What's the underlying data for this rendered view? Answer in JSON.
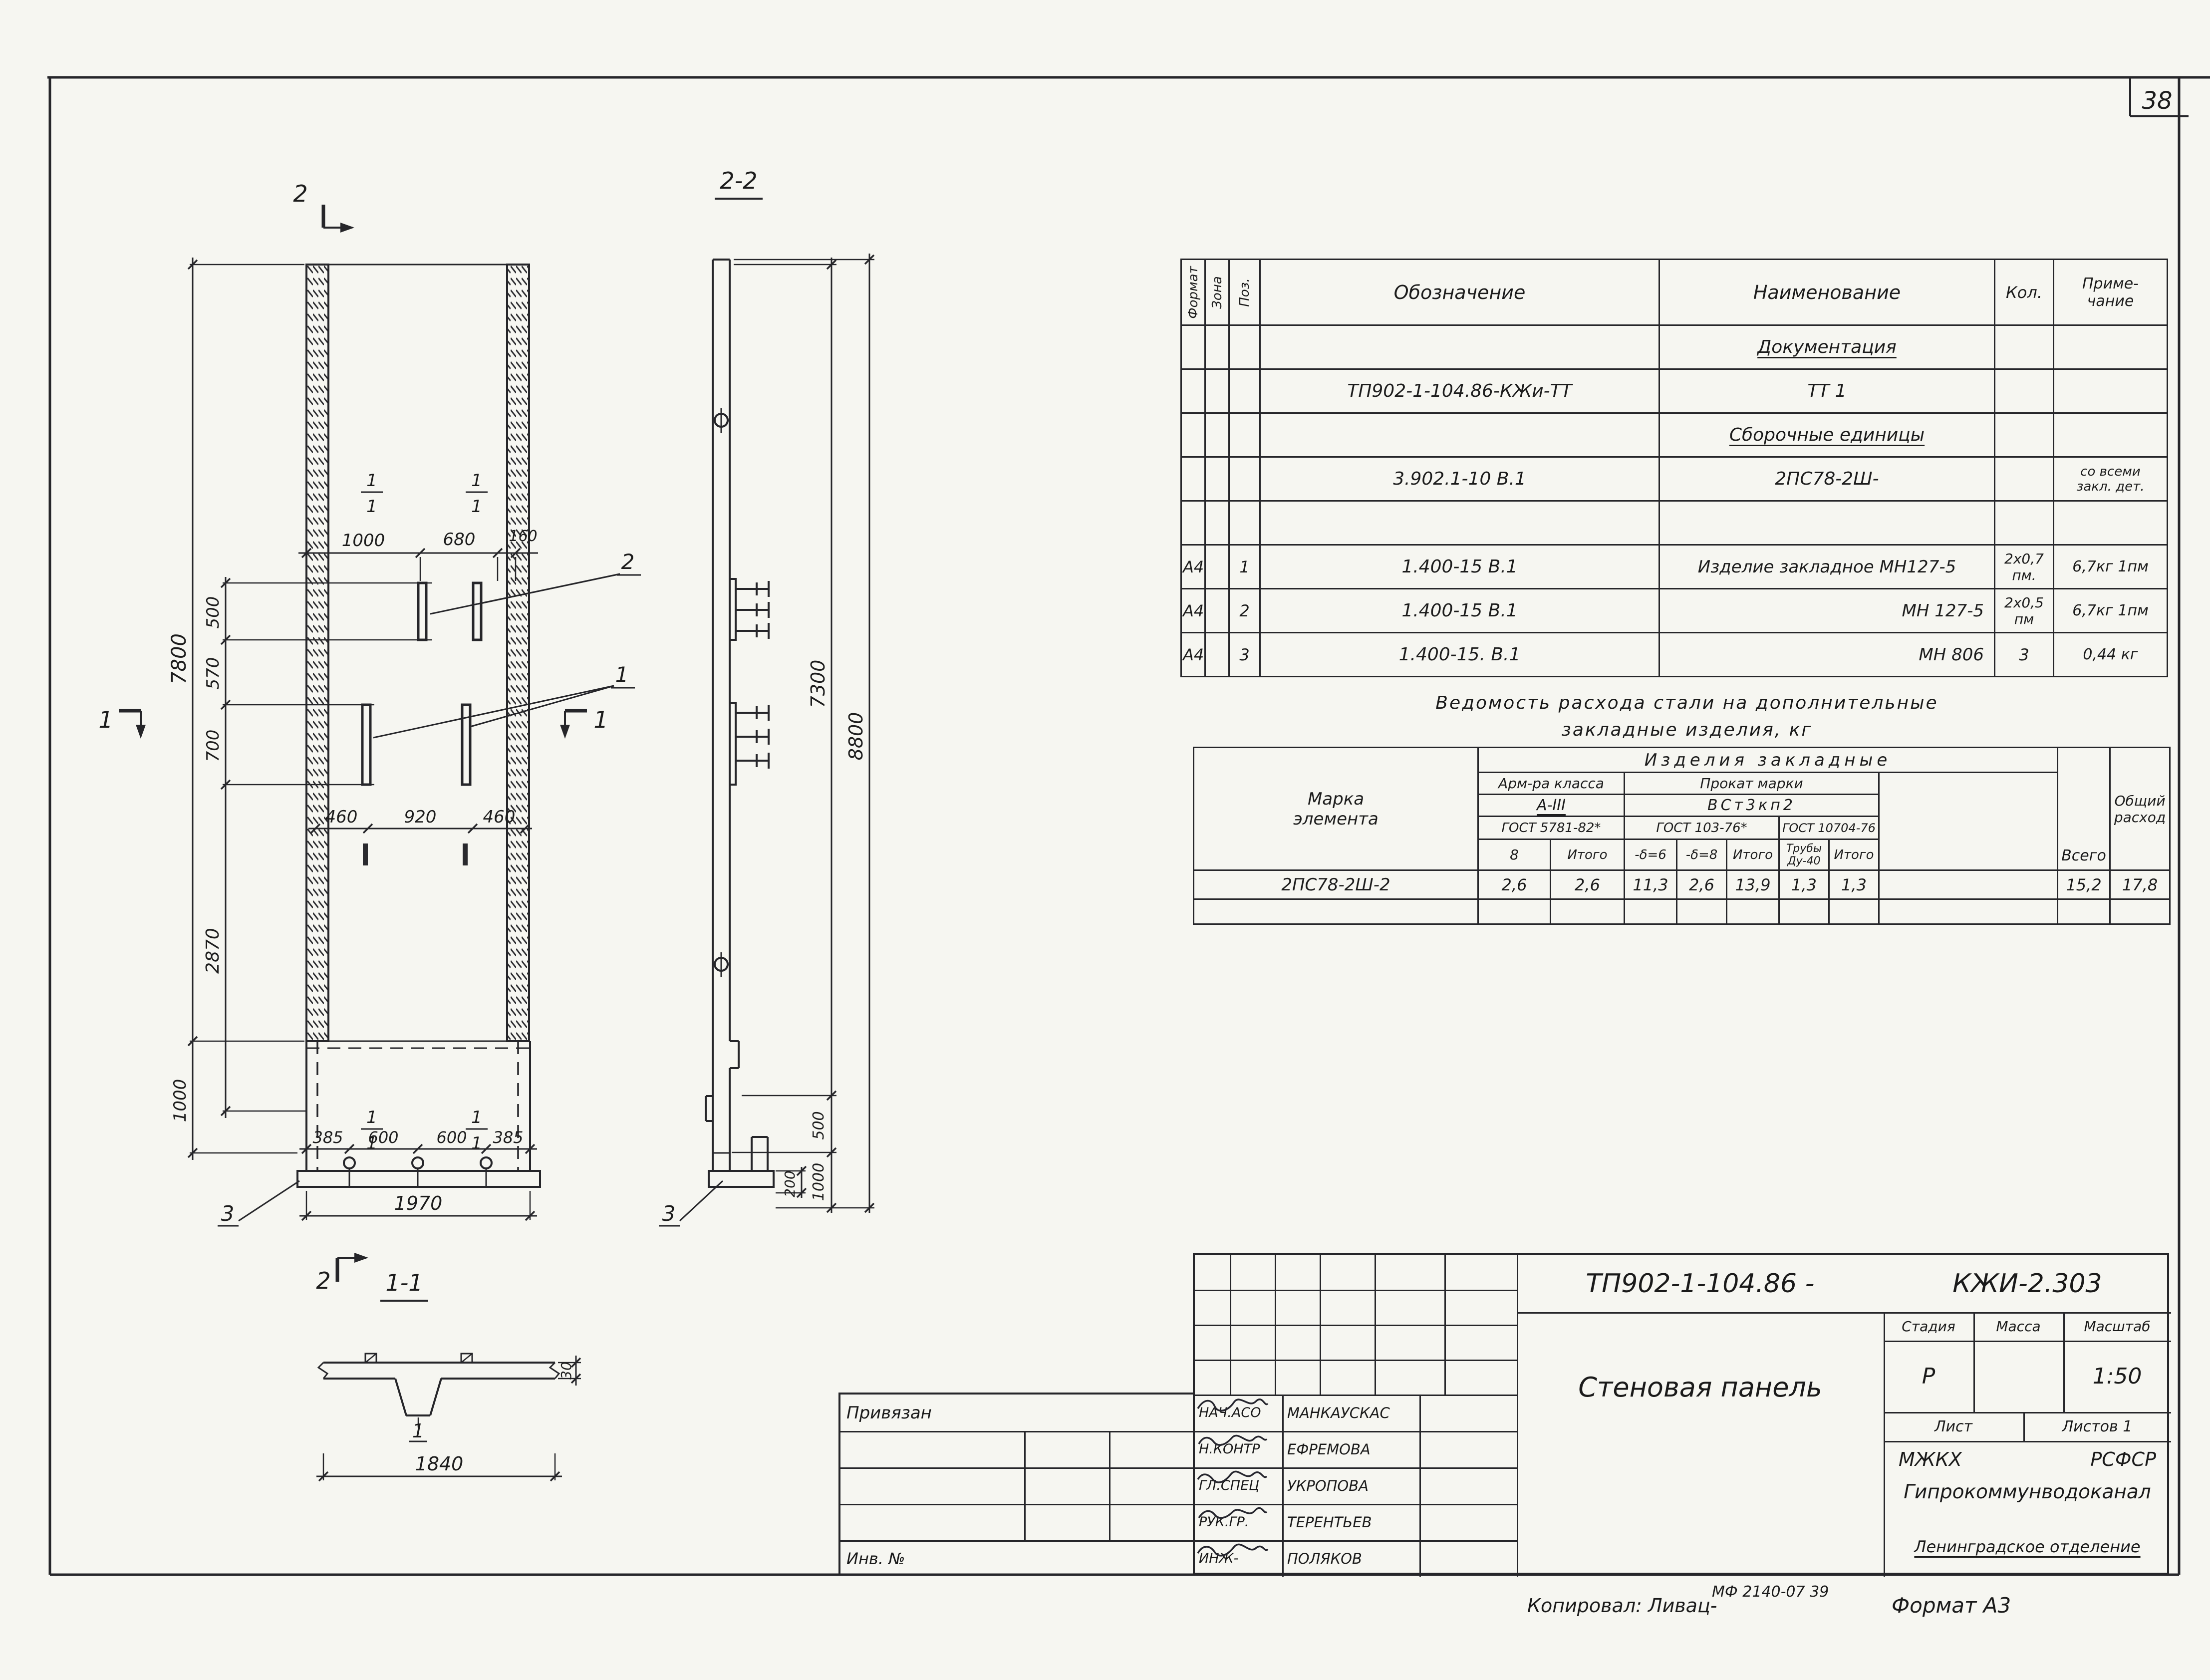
{
  "page": {
    "number": "38",
    "copied": "Копировал: Ливац-",
    "stamp": "МФ 2140-07  39",
    "format": "Формат А3"
  },
  "drawing": {
    "labels": {
      "one": "1",
      "two": "2",
      "three": "3",
      "section_22": "2-2",
      "section_11": "1-1",
      "d1000": "1000",
      "d680": "680",
      "d160": "160",
      "d500": "500",
      "d570": "570",
      "d700": "700",
      "d7800": "7800",
      "d2870": "2870",
      "d460": "460",
      "d920": "920",
      "d385": "385",
      "d600": "600",
      "d1970": "1970",
      "d1840": "1840",
      "d30": "30",
      "d7300": "7300",
      "d8800": "8800",
      "d200": "200"
    }
  },
  "spec": {
    "headers": {
      "format": "Формат",
      "zone": "Зона",
      "pos": "Поз.",
      "designation": "Обозначение",
      "name": "Наименование",
      "qty": "Кол.",
      "note": "Приме-\nчание"
    },
    "rows": [
      {
        "name": "Документация"
      },
      {
        "designation": "ТП902-1-104.86-КЖи-ТТ",
        "name": "ТТ 1"
      },
      {
        "name": "Сборочные единицы"
      },
      {
        "designation": "3.902.1-10 В.1",
        "name": "2ПС78-2Ш-",
        "note": "со всеми\nзакл. дет."
      },
      {},
      {
        "format": "А4",
        "pos": "1",
        "designation": "1.400-15 В.1",
        "name": "Изделие закладное МН127-5",
        "qty": "2х0,7\nпм.",
        "note": "6,7кг 1пм"
      },
      {
        "format": "А4",
        "pos": "2",
        "designation": "1.400-15 В.1",
        "name": "МН 127-5",
        "qty": "2х0,5\nпм",
        "note": "6,7кг 1пм"
      },
      {
        "format": "А4",
        "pos": "3",
        "designation": "1.400-15. В.1",
        "name": "МН 806",
        "qty": "3",
        "note": "0,44 кг"
      }
    ]
  },
  "steel": {
    "title1": "Ведомость расхода стали на дополнительные",
    "title2": "закладные изделия, кг",
    "mark_hdr": "Марка\nэлемента",
    "group": "Изделия закладные",
    "rebar": "Арм-ра класса",
    "rolled": "Прокат марки",
    "a3": "А-III",
    "grade": "ВСт3кп2",
    "gost1": "ГОСТ 5781-82*",
    "gost2": "ГОСТ 103-76*",
    "gost3": "ГОСТ 10704-76",
    "c8": "8",
    "itogo": "Итого",
    "b6": "-δ=6",
    "b8": "-δ=8",
    "pipe": "Трубы\nДу-40",
    "vsego": "Всего",
    "total": "Общий\nрасход",
    "row": {
      "mark": "2ПС78-2Ш-2",
      "v1": "2,6",
      "v2": "2,6",
      "v3": "11,3",
      "v4": "2,6",
      "v5": "13,9",
      "v6": "1,3",
      "v7": "1,3",
      "v8": "",
      "v9": "15,2",
      "v10": "17,8"
    }
  },
  "tb": {
    "doc_number": "ТП902-1-104.86 -",
    "doc_code": "КЖИ-2.303",
    "title": "Стеновая панель",
    "stage_label": "Стадия",
    "mass_label": "Масса",
    "scale_label": "Масштаб",
    "stage": "Р",
    "scale": "1:50",
    "sheet_label": "Лист",
    "sheets_label": "Листов 1",
    "org1l": "МЖКХ",
    "org1r": "РСФСР",
    "org2": "Гипрокоммунводоканал",
    "org3": "Ленинградское отделение",
    "rows": [
      {
        "role": "НАЧ.АСО",
        "name": "МАНКАУСКАС"
      },
      {
        "role": "Н.КОНТР",
        "name": "ЕФРЕМОВА"
      },
      {
        "role": "ГЛ.СПЕЦ",
        "name": "УКРОПОВА"
      },
      {
        "role": "РУК.ГР.",
        "name": "ТЕРЕНТЬЕВ"
      },
      {
        "role": "ИНЖ-",
        "name": "ПОЛЯКОВ"
      }
    ],
    "attached": "Привязан",
    "inv": "Инв. №"
  }
}
